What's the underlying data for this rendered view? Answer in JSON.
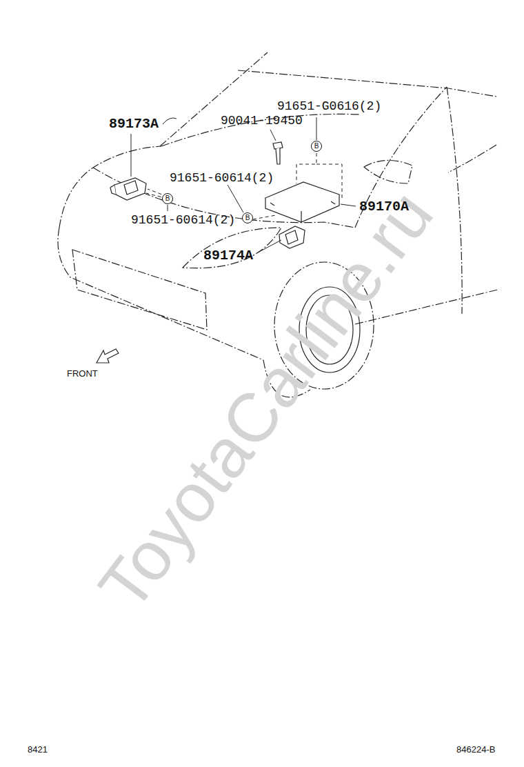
{
  "diagram": {
    "nodes": [
      {
        "text": [
          "B"
        ]
      },
      {
        "text": [
          "B"
        ]
      },
      {
        "text": [
          "B"
        ]
      }
    ],
    "labels": [
      "91651-G0616(2)",
      "90041-19450",
      "89173A",
      "91651-60614(2)",
      "89170A",
      "91651-60614(2)",
      "89174A",
      "FRONT",
      "ToyotaCarline.ru",
      "8421",
      "846224-B"
    ]
  }
}
